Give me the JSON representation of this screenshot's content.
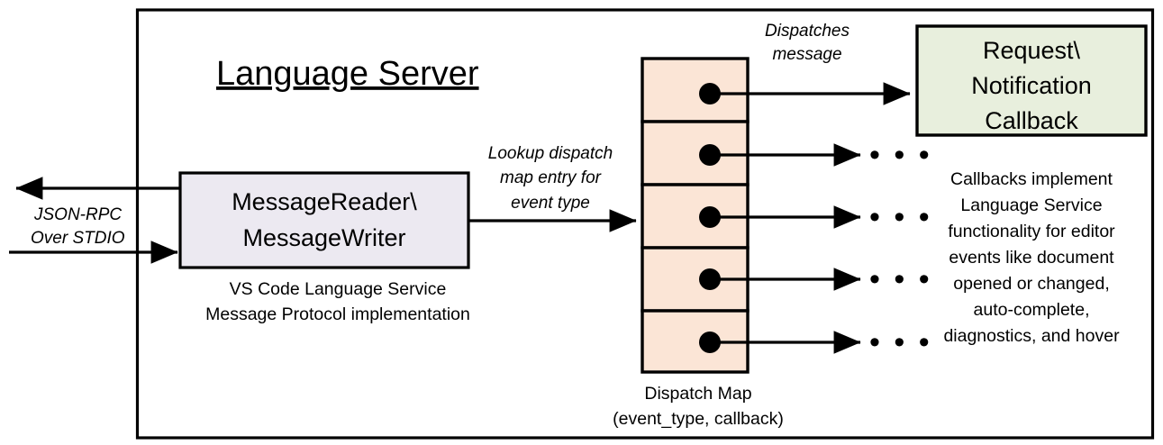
{
  "diagram": {
    "container": {
      "title": "Language Server",
      "border_color": "#000000"
    },
    "left_io": {
      "label_line1": "JSON-RPC",
      "label_line2": "Over STDIO",
      "outbound_arrow_name": "json-rpc-out",
      "inbound_arrow_name": "json-rpc-in"
    },
    "message_box": {
      "line1": "MessageReader\\",
      "line2": "MessageWriter",
      "fill": "#ECE9F1",
      "caption_line1": "VS Code Language Service",
      "caption_line2": "Message Protocol implementation"
    },
    "lookup_edge": {
      "line1": "Lookup dispatch",
      "line2": "map entry for",
      "line3": "event type"
    },
    "dispatch_map": {
      "fill": "#FBE5D6",
      "rows": 5,
      "caption_line1": "Dispatch Map",
      "caption_line2": "(event_type, callback)",
      "row_labels": [
        "dispatch-row-1",
        "dispatch-row-2",
        "dispatch-row-3",
        "dispatch-row-4",
        "dispatch-row-5"
      ]
    },
    "dispatch_edge": {
      "line1": "Dispatches",
      "line2": "message"
    },
    "callback_box": {
      "line1": "Request\\",
      "line2": "Notification",
      "line3": "Callback",
      "fill": "#E8EFDD"
    },
    "callback_note": {
      "lines": [
        "Callbacks implement",
        "Language Service",
        "functionality for editor",
        "events like document",
        "opened or changed,",
        "auto-complete,",
        "diagnostics, and hover"
      ]
    },
    "ellipses": {
      "glyph": "• • •",
      "count": 4
    }
  }
}
